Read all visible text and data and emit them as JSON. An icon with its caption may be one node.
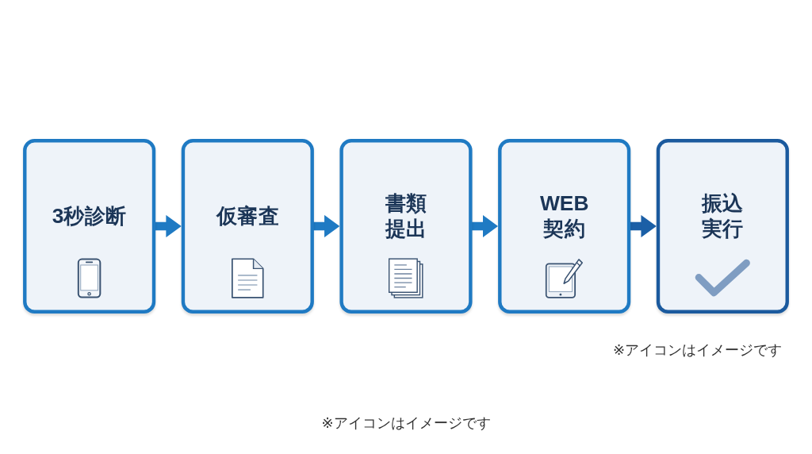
{
  "diagram": {
    "nodes": [
      {
        "text": [
          "3秒診断"
        ]
      },
      {
        "text": [
          "仮審査"
        ]
      },
      {
        "text": [
          "書類提出"
        ]
      },
      {
        "text": [
          "WEB契約"
        ]
      },
      {
        "text": [
          "振込実行"
        ]
      }
    ],
    "edges": [
      {
        "from": 0,
        "to": 1,
        "arrow": "to"
      },
      {
        "from": 1,
        "to": 2,
        "arrow": "to"
      },
      {
        "from": 2,
        "to": 3,
        "arrow": "to"
      },
      {
        "from": 3,
        "to": 4,
        "arrow": "to",
        "color": "#1b5fa6"
      }
    ],
    "labels": [
      "※アイコンはイメージです",
      "※アイコンはイメージです"
    ]
  }
}
